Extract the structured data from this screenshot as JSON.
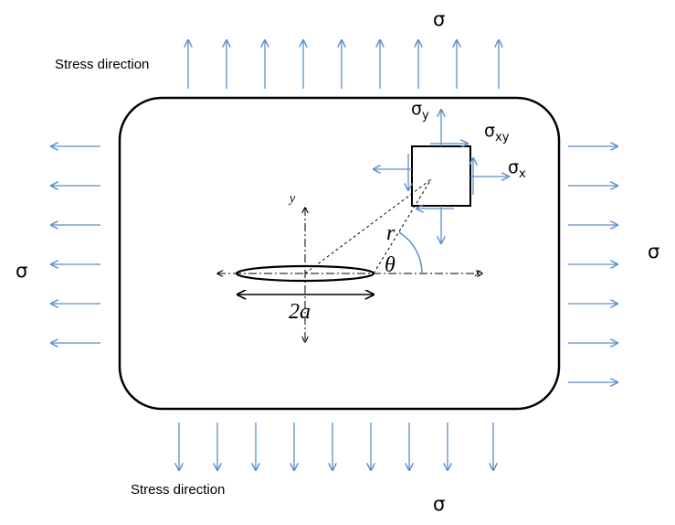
{
  "labels": {
    "stress_direction_top": "Stress direction",
    "stress_direction_bottom": "Stress direction",
    "sigma_top": "σ",
    "sigma_bottom": "σ",
    "sigma_left": "σ",
    "sigma_right": "σ",
    "sigma_y": "σ",
    "sigma_y_sub": "y",
    "sigma_xy": "σ",
    "sigma_xy_sub": "xy",
    "sigma_x": "σ",
    "sigma_x_sub": "x",
    "axis_y": "y",
    "axis_x": "x",
    "radius": "r",
    "angle": "θ",
    "crack_length": "2a"
  },
  "colors": {
    "arrow": "#5b8fc9",
    "outline": "#000000"
  }
}
